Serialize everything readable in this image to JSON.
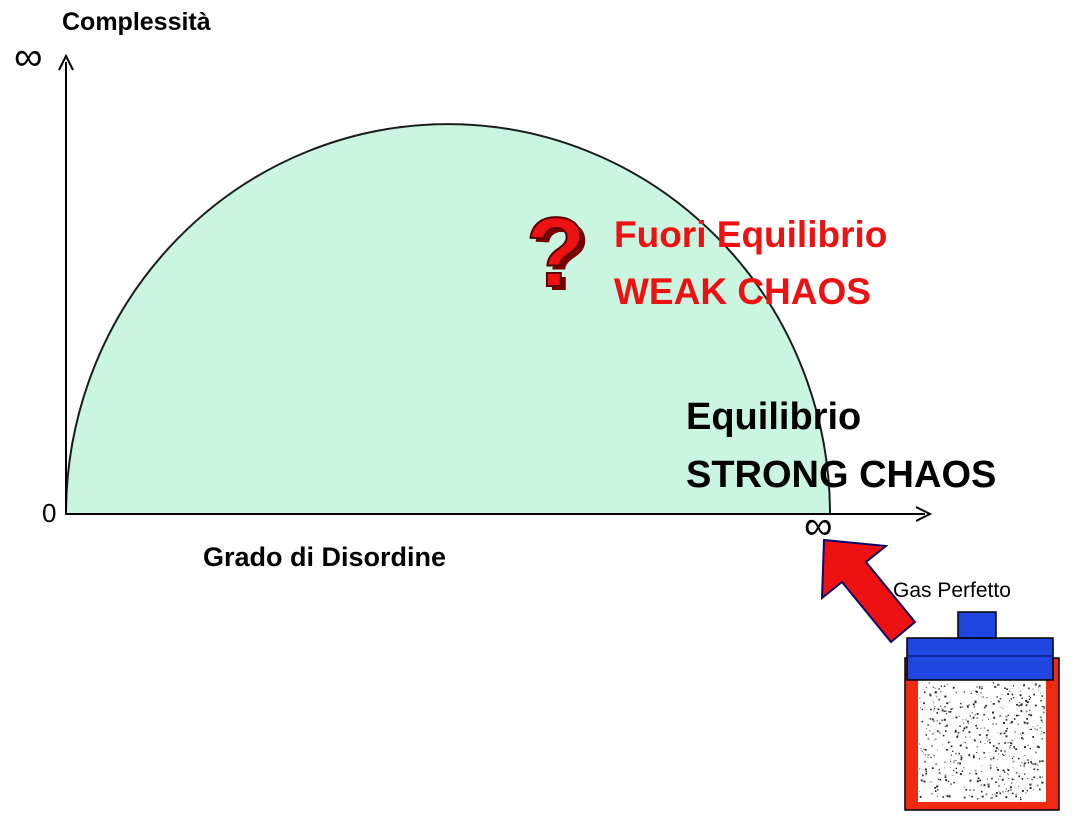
{
  "axes": {
    "y_label": "Complessità",
    "y_max_symbol": "∞",
    "origin_label": "0",
    "x_max_symbol": "∞",
    "x_label": "Grado di Disordine"
  },
  "annotations": {
    "question_mark": "?",
    "non_equilibrium_line1": "Fuori Equilibrio",
    "non_equilibrium_line2": "WEAK CHAOS",
    "equilibrium_line1": "Equilibrio",
    "equilibrium_line2": "STRONG CHAOS",
    "ideal_gas": "Gas Perfetto"
  },
  "colors": {
    "region_fill": "#c9f5e1",
    "accent_red": "#ee1111",
    "piston_blue": "#1f46e0",
    "container_red": "#ee2a10",
    "text": "#000000"
  }
}
